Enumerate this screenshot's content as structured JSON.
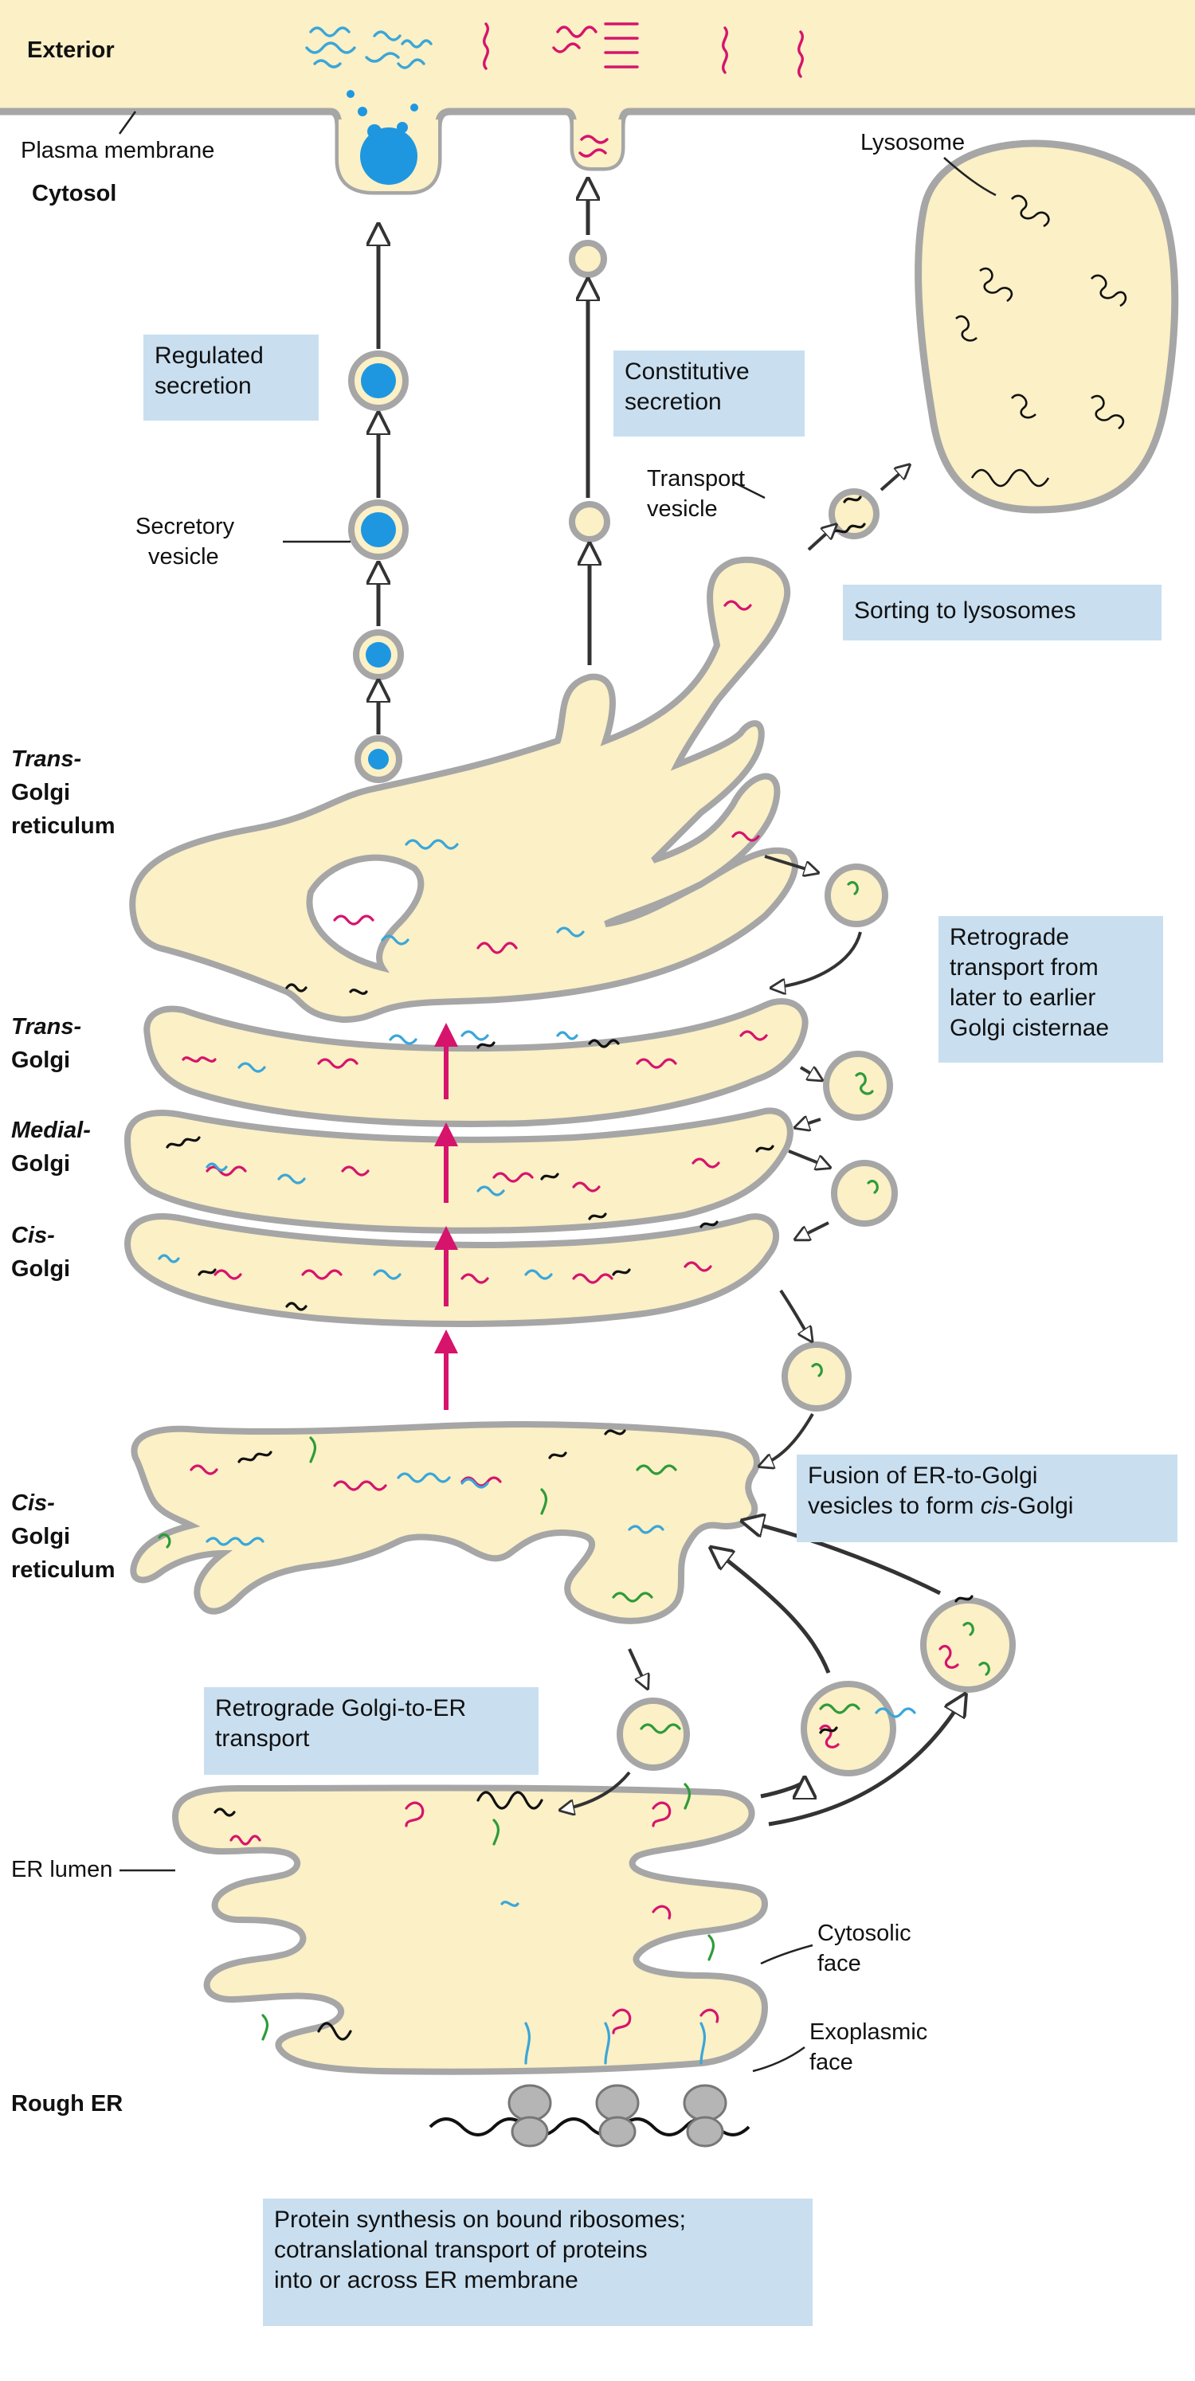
{
  "labels": {
    "exterior": "Exterior",
    "plasma_membrane": "Plasma membrane",
    "cytosol": "Cytosol",
    "lysosome": "Lysosome",
    "secretory_vesicle": [
      "Secretory",
      "vesicle"
    ],
    "transport_vesicle": [
      "Transport",
      "vesicle"
    ],
    "trans_golgi_reticulum": [
      "Trans-",
      "Golgi",
      "reticulum"
    ],
    "trans_golgi": [
      "Trans-",
      "Golgi"
    ],
    "medial_golgi": [
      "Medial-",
      "Golgi"
    ],
    "cis_golgi": [
      "Cis-",
      "Golgi"
    ],
    "cis_golgi_reticulum": [
      "Cis-",
      "Golgi",
      "reticulum"
    ],
    "er_lumen": "ER lumen",
    "cytosolic_face": [
      "Cytosolic",
      "face"
    ],
    "exoplasmic_face": [
      "Exoplasmic",
      "face"
    ],
    "rough_er": "Rough ER"
  },
  "boxes": {
    "regulated": [
      "Regulated",
      "secretion"
    ],
    "constitutive": [
      "Constitutive",
      "secretion"
    ],
    "lysosome_sorting": [
      "Sorting to lysosomes"
    ],
    "retrograde_golgi": [
      "Retrograde",
      "transport from",
      "later to earlier",
      "Golgi cisternae"
    ],
    "fusion": [
      "Fusion of ER-to-Golgi",
      "vesicles to form cis-Golgi"
    ],
    "retrograde_er": [
      "Retrograde Golgi-to-ER",
      "transport"
    ],
    "protein_synthesis": [
      "Protein synthesis on bound ribosomes;",
      "cotranslational transport of proteins",
      "into or across ER membrane"
    ]
  },
  "colors": {
    "membrane_fill": "#fbf0c6",
    "membrane_stroke": "#a6a6a6",
    "box_fill": "#c9dff0",
    "secretory_blue": "#1f97e0",
    "protein_magenta": "#d6146c",
    "protein_blue": "#3aa6d9",
    "protein_green": "#2e9b3a",
    "protein_black": "#111111",
    "anterograde_arrow": "#d6146c"
  }
}
